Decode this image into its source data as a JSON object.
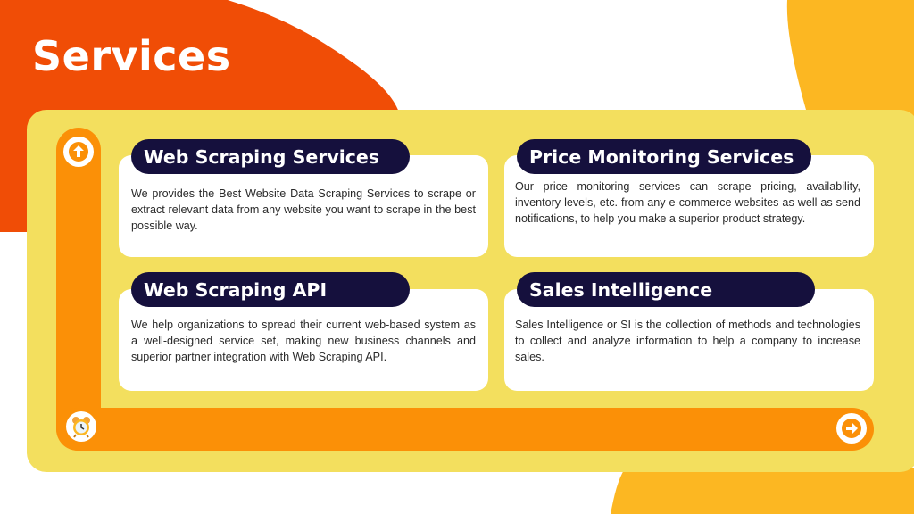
{
  "page": {
    "title": "Services"
  },
  "services": [
    {
      "heading": "Web Scraping Services",
      "description": "We provides the Best Website Data Scraping Services to scrape or extract relevant data from any website you want to scrape in the best possible way."
    },
    {
      "heading": "Price Monitoring Services",
      "description": "Our price monitoring services can scrape pricing, availability, inventory levels, etc. from any e-commerce websites as well as send notifications, to help you make a superior product strategy."
    },
    {
      "heading": "Web Scraping API",
      "description": "We help organizations to spread their current web-based system as a well-designed service set, making new business channels and superior partner integration with Web Scraping API."
    },
    {
      "heading": "Sales Intelligence",
      "description": "Sales Intelligence or SI is the collection of methods and technologies to collect and analyze information to help a company to increase sales."
    }
  ],
  "icons": {
    "top": "arrow-up-icon",
    "bottom": "alarm-clock-icon",
    "end": "arrow-right-icon"
  },
  "colors": {
    "title_blob": "#f04d06",
    "accent_yellow": "#fcb722",
    "panel": "#f3df5e",
    "track": "#fb9007",
    "pill": "#15103d",
    "card": "#ffffff"
  }
}
